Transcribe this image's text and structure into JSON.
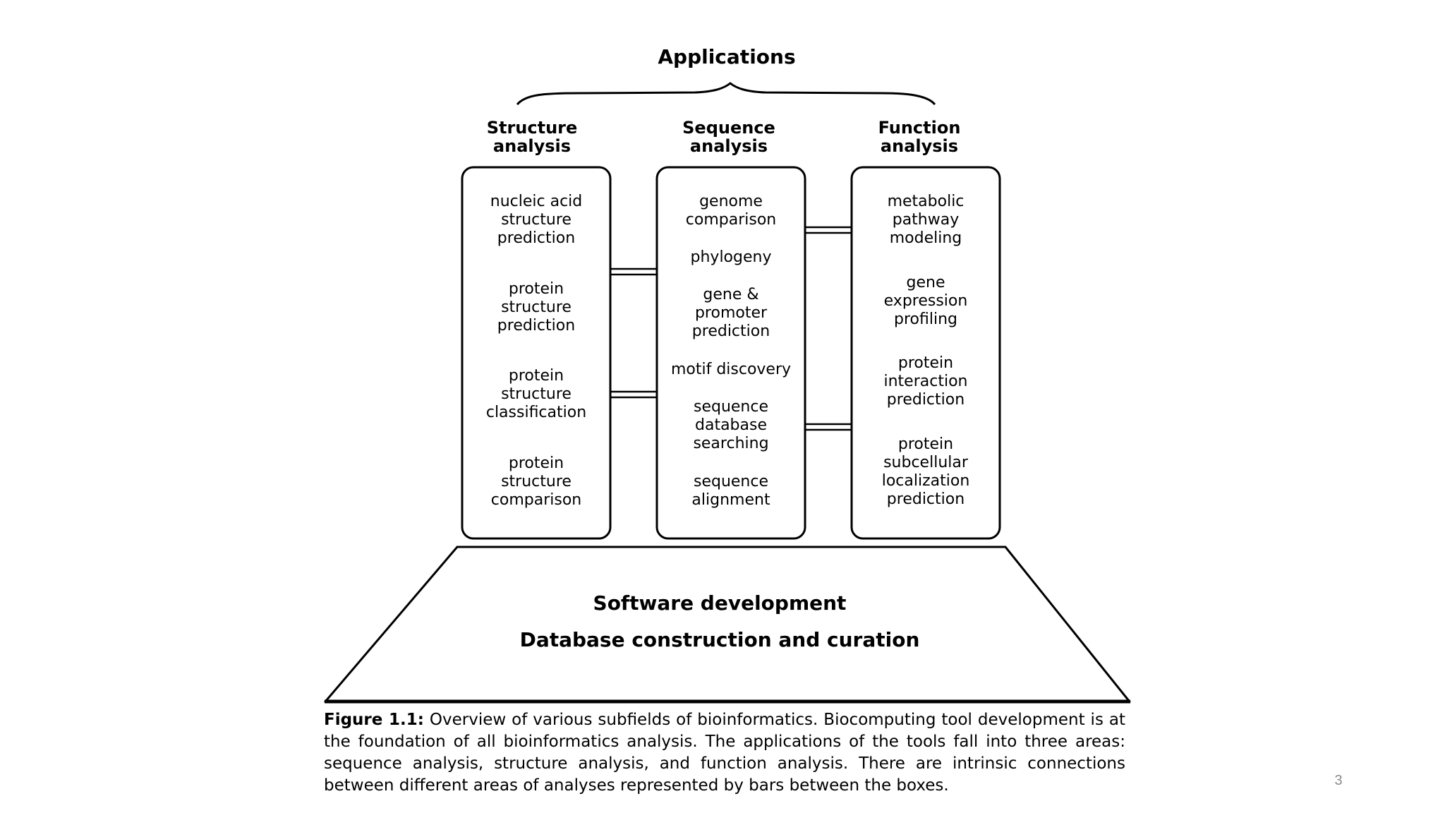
{
  "applications_title": "Applications",
  "columns": {
    "structure": {
      "title": "Structure\nanalysis",
      "items": [
        "nucleic acid\nstructure\nprediction",
        "protein\nstructure\nprediction",
        "protein\nstructure\nclassification",
        "protein\nstructure\ncomparison"
      ]
    },
    "sequence": {
      "title": "Sequence\nanalysis",
      "items": [
        "genome\ncomparison",
        "phylogeny",
        "gene &\npromoter\nprediction",
        "motif discovery",
        "sequence\ndatabase\nsearching",
        "sequence\nalignment"
      ]
    },
    "function": {
      "title": "Function\nanalysis",
      "items": [
        "metabolic\npathway\nmodeling",
        "gene\nexpression\nprofiling",
        "protein\ninteraction\nprediction",
        "protein\nsubcellular\nlocalization\nprediction"
      ]
    }
  },
  "foundation": {
    "line1": "Software development",
    "line2": "Database construction and curation"
  },
  "caption": {
    "label": "Figure 1.1:",
    "text": " Overview of various subfields of bioinformatics. Biocomputing tool development is at the foundation of all bioinformatics analysis. The applications of the tools fall into three areas: sequence analysis, structure analysis, and function analysis. There are intrinsic connections between different areas of analyses represented by bars between the boxes."
  },
  "page_number": "3"
}
